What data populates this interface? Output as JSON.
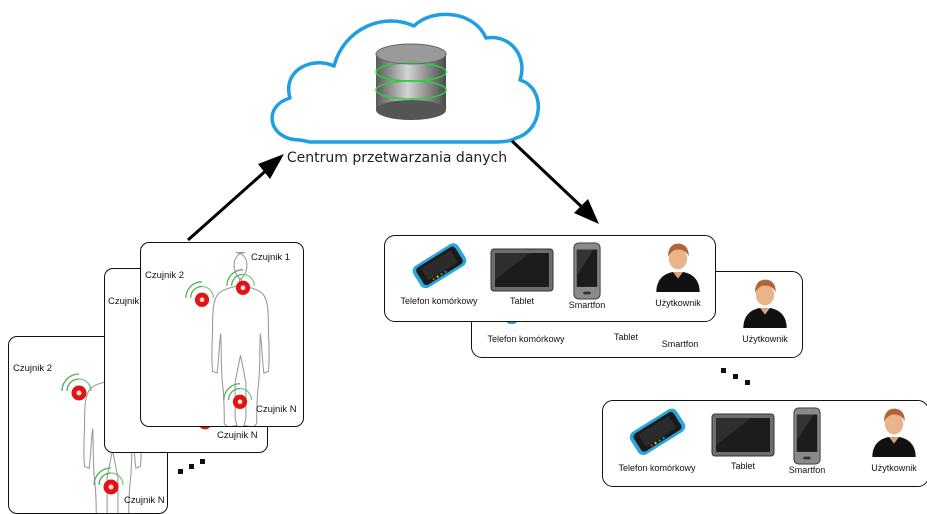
{
  "cloud": {
    "label": "Centrum przetwarzania danych"
  },
  "sensor_cards": {
    "back": {
      "labels": [
        "Czujnik 2",
        "Czujnik N"
      ]
    },
    "middle": {
      "labels": [
        "Czujnik",
        "Czujnik N"
      ]
    },
    "front": {
      "labels": [
        "Czujnik 2",
        "Czujnik 1",
        "Czujnik N"
      ]
    }
  },
  "device_panels": {
    "top": {
      "phone": "Telefon komórkowy",
      "tablet": "Tablet",
      "smartphone": "Smartfon",
      "user": "Użytkownik"
    },
    "middle": {
      "phone": "Telefon komórkowy",
      "tablet": "Tablet",
      "smartphone": "Smartfon",
      "user": "Użytkownik"
    },
    "bottom": {
      "phone": "Telefon komórkowy",
      "tablet": "Tablet",
      "smartphone": "Smartfon",
      "user": "Użytkownik"
    }
  },
  "colors": {
    "cloud_stroke": "#1f9fe0",
    "sensor_red": "#e01414",
    "signal_green": "#4caf50",
    "phone_blue": "#2aa8dc"
  },
  "ellipsis": "..."
}
